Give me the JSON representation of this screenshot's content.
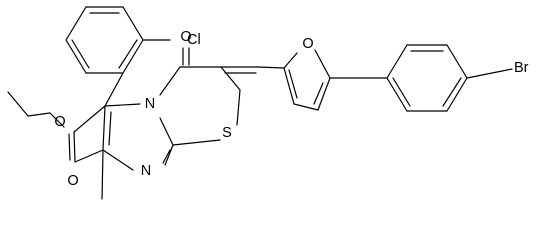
{
  "molecule": {
    "atoms": {
      "o_ester_carbonyl": "O",
      "o_ester_ether": "O",
      "o_oxo": "O",
      "n_ring_fused": "N",
      "n_ring_imine": "N",
      "s_thiazole": "S",
      "o_furan": "O",
      "cl": "Cl",
      "br": "Br"
    }
  }
}
